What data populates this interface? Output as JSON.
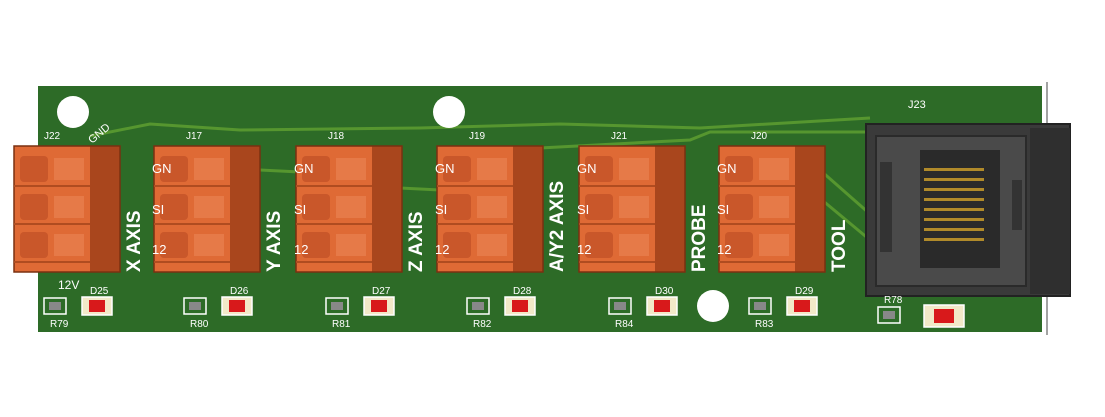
{
  "board": {
    "colors": {
      "pcb": "#2d6b27",
      "trace": "#56962f",
      "connector": "#df6a35",
      "connector_dark": "#a9461d",
      "led": "#d8191b",
      "jack": "#3a3a3a"
    },
    "gnd_label": "GND",
    "voltage_label": "12V",
    "jack_ref": "J23",
    "jack_led_resistor": "R78",
    "connectors": [
      {
        "ref": "J22",
        "axis": "X AXIS",
        "pin_gnd": "",
        "pin_sig": "",
        "pin_12v": "",
        "resistor": "R79",
        "led": "D25"
      },
      {
        "ref": "J17",
        "axis": "Y AXIS",
        "pin_gnd": "GN",
        "pin_sig": "SI",
        "pin_12v": "12",
        "resistor": "R80",
        "led": "D26"
      },
      {
        "ref": "J18",
        "axis": "Z AXIS",
        "pin_gnd": "GN",
        "pin_sig": "SI",
        "pin_12v": "12",
        "resistor": "R81",
        "led": "D27"
      },
      {
        "ref": "J19",
        "axis": "A/Y2 AXIS",
        "pin_gnd": "GN",
        "pin_sig": "SI",
        "pin_12v": "12",
        "resistor": "R82",
        "led": "D28"
      },
      {
        "ref": "J21",
        "axis": "PROBE",
        "pin_gnd": "GN",
        "pin_sig": "SI",
        "pin_12v": "12",
        "resistor": "R84",
        "led": "D30"
      },
      {
        "ref": "J20",
        "axis": "TOOL",
        "pin_gnd": "GN",
        "pin_sig": "SI",
        "pin_12v": "12",
        "resistor": "R83",
        "led": "D29"
      }
    ]
  }
}
